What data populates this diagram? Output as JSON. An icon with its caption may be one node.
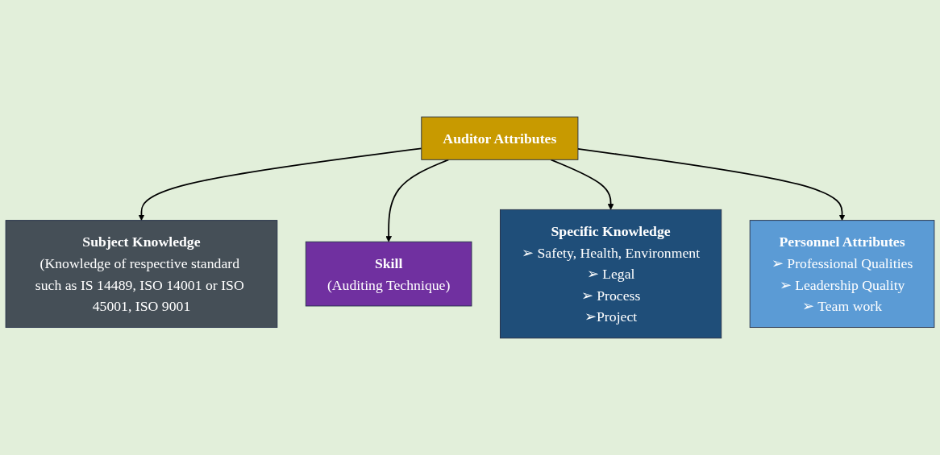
{
  "diagram": {
    "nodes": [
      {
        "text": [
          "Auditor Attributes"
        ]
      },
      {
        "text": [
          "Subject Knowledge",
          "(Knowledge of respective standard such as IS 14489, ISO 14001 or ISO 45001, ISO 9001"
        ]
      },
      {
        "text": [
          "Skill",
          "(Auditing Technique)"
        ]
      },
      {
        "text": [
          "Specific Knowledge",
          "➢ Safety, Health, Environment",
          "➢ Legal",
          "➢ Process",
          "➢Project"
        ]
      },
      {
        "text": [
          "Personnel Attributes",
          "➢ Professional Qualities",
          "➢ Leadership Quality",
          "➢ Team work"
        ]
      }
    ],
    "edges": [
      {
        "from": 0,
        "to": 1,
        "arrow": "to"
      },
      {
        "from": 0,
        "to": 2,
        "arrow": "to"
      },
      {
        "from": 0,
        "to": 3,
        "arrow": "to"
      },
      {
        "from": 0,
        "to": 4,
        "arrow": "to"
      }
    ]
  }
}
